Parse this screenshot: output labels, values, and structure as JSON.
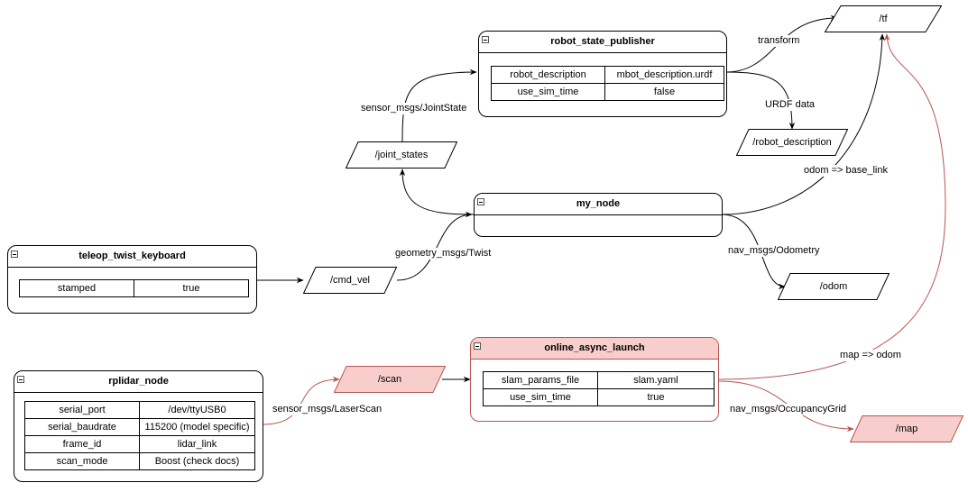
{
  "nodes": {
    "robot_state_publisher": {
      "title": "robot_state_publisher",
      "params": [
        {
          "key": "robot_description",
          "value": "mbot_description.urdf"
        },
        {
          "key": "use_sim_time",
          "value": "false"
        }
      ]
    },
    "my_node": {
      "title": "my_node"
    },
    "teleop": {
      "title": "teleop_twist_keyboard",
      "params": [
        {
          "key": "stamped",
          "value": "true"
        }
      ]
    },
    "online_async": {
      "title": "online_async_launch",
      "params": [
        {
          "key": "slam_params_file",
          "value": "slam.yaml"
        },
        {
          "key": "use_sim_time",
          "value": "true"
        }
      ]
    },
    "rplidar": {
      "title": "rplidar_node",
      "params": [
        {
          "key": "serial_port",
          "value": "/dev/ttyUSB0"
        },
        {
          "key": "serial_baudrate",
          "value": "115200 (model specific)"
        },
        {
          "key": "frame_id",
          "value": "lidar_link"
        },
        {
          "key": "scan_mode",
          "value": "Boost (check docs)"
        }
      ]
    }
  },
  "topics": {
    "tf": "/tf",
    "robot_description": "/robot_description",
    "joint_states": "/joint_states",
    "cmd_vel": "/cmd_vel",
    "odom": "/odom",
    "scan": "/scan",
    "map": "/map"
  },
  "edge_labels": {
    "transform": "transform",
    "urdf_data": "URDF data",
    "joint_state": "sensor_msgs/JointState",
    "odom_base_link": "odom => base_link",
    "twist": "geometry_msgs/Twist",
    "odometry": "nav_msgs/Odometry",
    "map_odom": "map => odom",
    "laser_scan": "sensor_msgs/LaserScan",
    "occupancy_grid": "nav_msgs/OccupancyGrid"
  },
  "colors": {
    "highlight_fill": "#f8cecc",
    "highlight_stroke": "#b85450",
    "edge_default": "#000000"
  }
}
